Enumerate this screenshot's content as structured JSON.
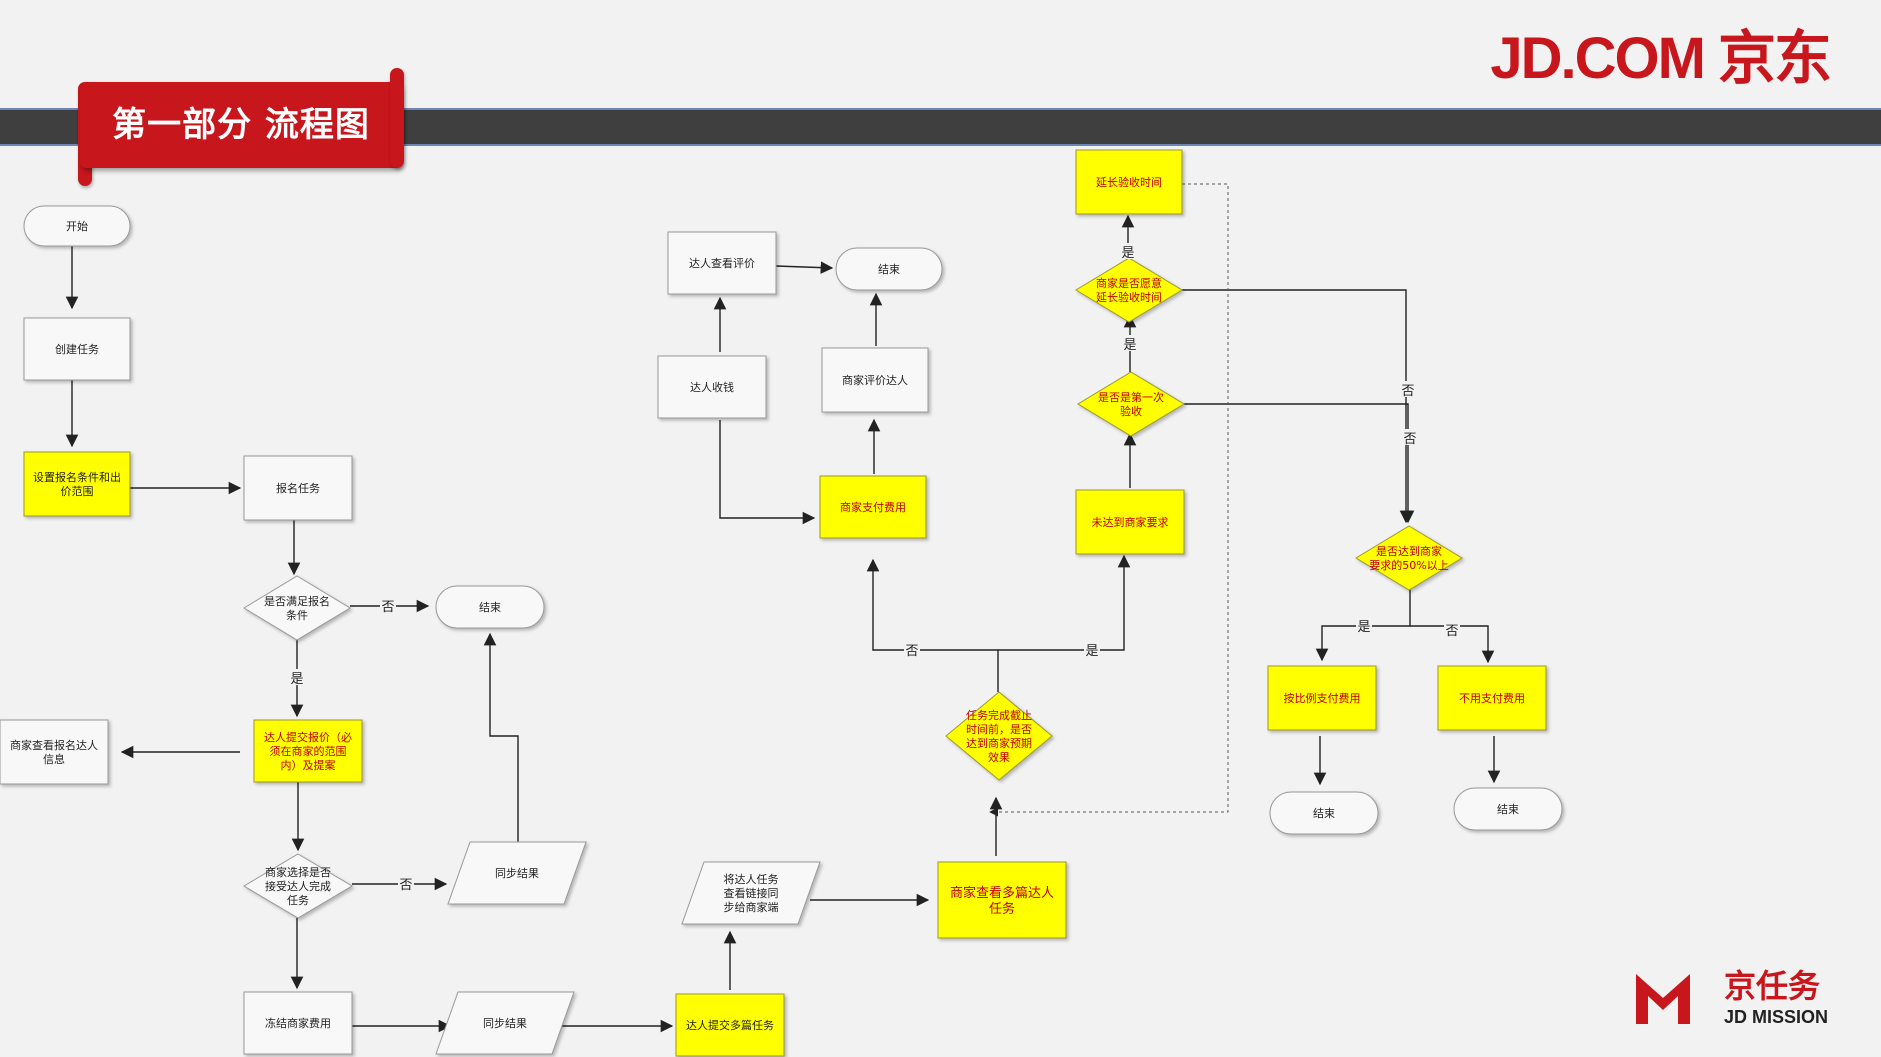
{
  "header": {
    "title": "第一部分 流程图",
    "logo": "JD.COM 京东"
  },
  "brand": {
    "mission_cn": "京任务",
    "mission_en": "JD MISSION",
    "logo_icon": "jd-mission-m-icon"
  },
  "colors": {
    "highlight_fill": "#ffff00",
    "highlight_text": "#c00000",
    "normal_fill": "#f8f8f8",
    "brand_red": "#c8161d",
    "band": "#3f3f3f",
    "stroke": "#999999"
  },
  "flowchart": {
    "nodes": [
      {
        "id": "start",
        "shape": "terminal",
        "lines": [
          "开始"
        ]
      },
      {
        "id": "create_task",
        "shape": "process",
        "lines": [
          "创建任务"
        ]
      },
      {
        "id": "set_conditions",
        "shape": "process",
        "hl": "mixed",
        "lines": [
          "设置报名条件和出",
          "价范围"
        ]
      },
      {
        "id": "apply_task",
        "shape": "process",
        "lines": [
          "报名任务"
        ]
      },
      {
        "id": "meet_conditions",
        "shape": "decision",
        "lines": [
          "是否满足报名",
          "条件"
        ]
      },
      {
        "id": "end_1",
        "shape": "terminal",
        "lines": [
          "结束"
        ]
      },
      {
        "id": "submit_quote",
        "shape": "process",
        "hl": "yes",
        "lines": [
          "达人提交报价（必",
          "须在商家的范围",
          "内）及提案"
        ]
      },
      {
        "id": "merchant_view_info",
        "shape": "process",
        "lines": [
          "商家查看报名达人",
          "信息"
        ]
      },
      {
        "id": "merchant_accept",
        "shape": "decision",
        "lines": [
          "商家选择是否",
          "接受达人完成",
          "任务"
        ]
      },
      {
        "id": "sync_result_1",
        "shape": "data",
        "lines": [
          "同步结果"
        ]
      },
      {
        "id": "freeze_fee",
        "shape": "process",
        "lines": [
          "冻结商家费用"
        ]
      },
      {
        "id": "sync_result_2",
        "shape": "data",
        "lines": [
          "同步结果"
        ]
      },
      {
        "id": "submit_articles",
        "shape": "process",
        "hl": "mixed",
        "lines": [
          "达人提交多篇任务"
        ]
      },
      {
        "id": "sync_links",
        "shape": "data",
        "lines": [
          "将达人任务",
          "查看链接同",
          "步给商家端"
        ]
      },
      {
        "id": "merchant_view_articles",
        "shape": "process",
        "hl": "yes",
        "lines": [
          "商家查看多篇达人",
          "任务"
        ]
      },
      {
        "id": "reach_expectation",
        "shape": "decision",
        "hl": "yes",
        "lines": [
          "任务完成截止",
          "时间前，是否",
          "达到商家预期",
          "效果"
        ]
      },
      {
        "id": "merchant_pay",
        "shape": "process",
        "hl": "yes",
        "lines": [
          "商家支付费用"
        ]
      },
      {
        "id": "merchant_rate",
        "shape": "process",
        "lines": [
          "商家评价达人"
        ]
      },
      {
        "id": "end_2",
        "shape": "terminal",
        "lines": [
          "结束"
        ]
      },
      {
        "id": "kol_receive",
        "shape": "process",
        "lines": [
          "达人收钱"
        ]
      },
      {
        "id": "kol_view_rating",
        "shape": "process",
        "lines": [
          "达人查看评价"
        ]
      },
      {
        "id": "not_meet_req",
        "shape": "process",
        "hl": "yes",
        "lines": [
          "未达到商家要求"
        ]
      },
      {
        "id": "first_acceptance",
        "shape": "decision",
        "hl": "yes",
        "lines": [
          "是否是第一次",
          "验收"
        ]
      },
      {
        "id": "willing_extend",
        "shape": "decision",
        "hl": "yes",
        "lines": [
          "商家是否愿意",
          "延长验收时间"
        ]
      },
      {
        "id": "extend_time",
        "shape": "process",
        "hl": "yes",
        "lines": [
          "延长验收时间"
        ]
      },
      {
        "id": "reach_50",
        "shape": "decision",
        "hl": "yes",
        "lines": [
          "是否达到商家",
          "要求的50%以上"
        ]
      },
      {
        "id": "pay_proportion",
        "shape": "process",
        "hl": "yes",
        "lines": [
          "按比例支付费用"
        ]
      },
      {
        "id": "no_pay",
        "shape": "process",
        "hl": "yes",
        "lines": [
          "不用支付费用"
        ]
      },
      {
        "id": "end_3",
        "shape": "terminal",
        "lines": [
          "结束"
        ]
      },
      {
        "id": "end_4",
        "shape": "terminal",
        "lines": [
          "结束"
        ]
      }
    ],
    "edge_labels": [
      {
        "id": "l_meet_no",
        "text": "否"
      },
      {
        "id": "l_meet_yes",
        "text": "是"
      },
      {
        "id": "l_accept_no",
        "text": "否"
      },
      {
        "id": "l_expect_no",
        "text": "否"
      },
      {
        "id": "l_expect_yes",
        "text": "是"
      },
      {
        "id": "l_first_yes",
        "text": "是"
      },
      {
        "id": "l_extend_yes",
        "text": "是"
      },
      {
        "id": "l_extend_no",
        "text": "否"
      },
      {
        "id": "l_first_no",
        "text": "否"
      },
      {
        "id": "l_50_yes",
        "text": "是"
      },
      {
        "id": "l_50_no",
        "text": "否"
      }
    ]
  }
}
